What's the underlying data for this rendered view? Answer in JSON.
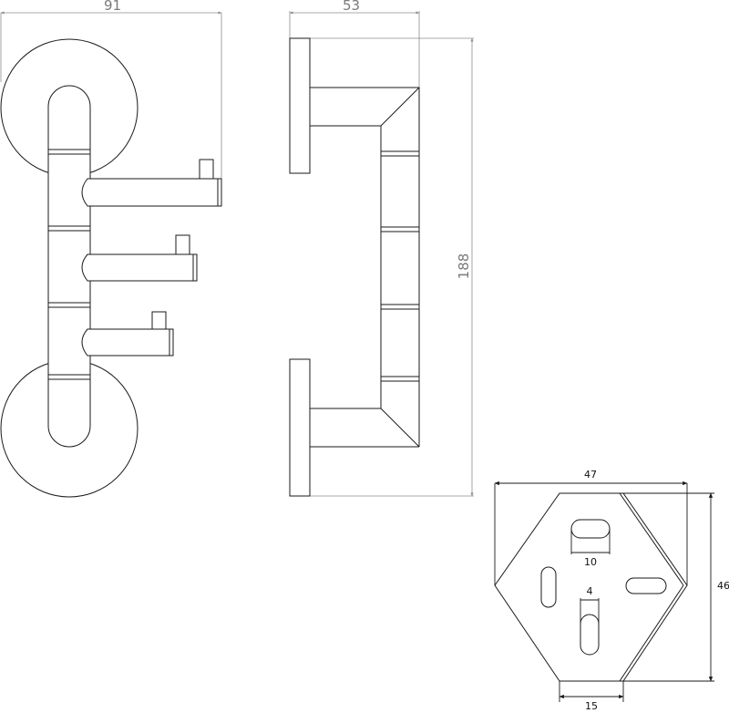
{
  "dimensions": {
    "front_width": "91",
    "side_depth": "53",
    "overall_height": "188",
    "plate_width": "47",
    "plate_height": "46",
    "slot_10": "10",
    "slot_4": "4",
    "bottom_15": "15"
  },
  "colors": {
    "outline": "#1a1a1a",
    "dimension_lines": "#8c8c8c",
    "background": "#ffffff"
  }
}
